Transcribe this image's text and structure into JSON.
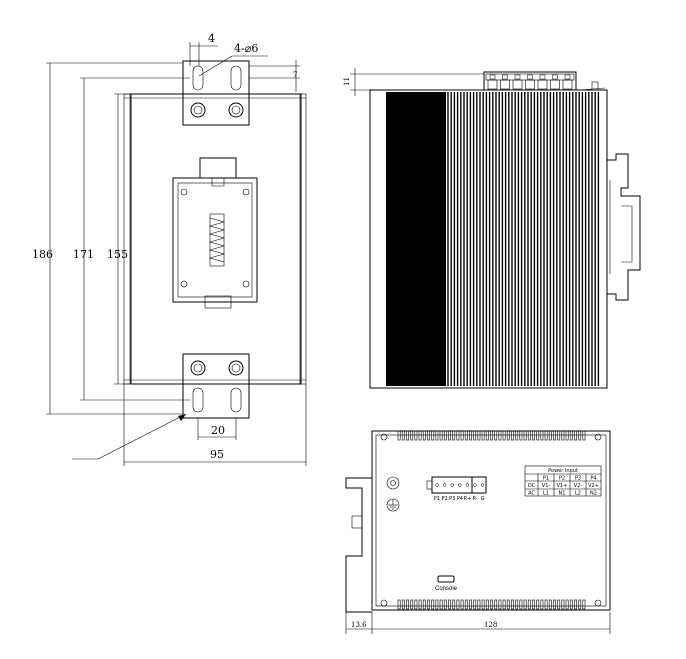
{
  "front_view": {
    "dims": {
      "slot_width": "4",
      "holes": "4-⌀6",
      "hole_offset": "7",
      "overall_height": "186",
      "hole_pitch": "171",
      "body_height": "155",
      "hole_spacing": "20",
      "overall_width": "95"
    }
  },
  "side_view": {
    "dims": {
      "terminal_height": "11"
    }
  },
  "bottom_view": {
    "dims": {
      "depth_offset": "13.6",
      "depth": "128"
    },
    "terminal_labels": [
      "P1",
      "P2",
      "P3",
      "P4",
      "R+",
      "R-",
      "G"
    ],
    "console_label": "Console",
    "power_table": {
      "title": "Power Input",
      "header": [
        "",
        "P1",
        "P2",
        "P3",
        "P4"
      ],
      "rows": [
        [
          "DC",
          "V1-",
          "V1+",
          "V2-",
          "V2+"
        ],
        [
          "AC",
          "L1",
          "N1",
          "L2",
          "N2"
        ]
      ]
    }
  }
}
